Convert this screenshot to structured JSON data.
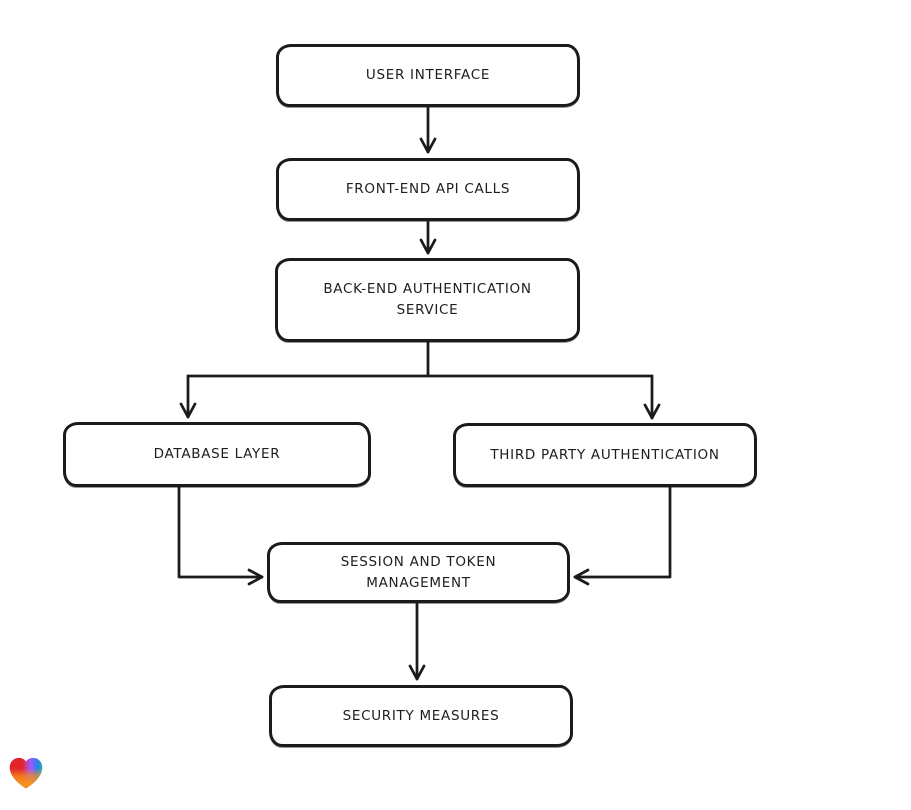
{
  "diagram": {
    "type": "flowchart",
    "style": "hand-drawn",
    "colors": {
      "stroke": "#1b1b1b",
      "node_fill": "#ffffff",
      "background": "#ffffff",
      "text": "#1e1e1e"
    },
    "nodes": [
      {
        "id": "user-interface",
        "label": "USER INTERFACE"
      },
      {
        "id": "front-end-api-calls",
        "label": "FRONT-END API CALLS"
      },
      {
        "id": "back-end-authentication-service",
        "label": "BACK-END AUTHENTICATION\nSERVICE"
      },
      {
        "id": "database-layer",
        "label": "DATABASE LAYER"
      },
      {
        "id": "third-party-authentication",
        "label": "THIRD PARTY AUTHENTICATION"
      },
      {
        "id": "session-and-token-management",
        "label": "SESSION AND TOKEN\nMANAGEMENT"
      },
      {
        "id": "security-measures",
        "label": "SECURITY MEASURES"
      }
    ],
    "edges": [
      {
        "from": "user-interface",
        "to": "front-end-api-calls"
      },
      {
        "from": "front-end-api-calls",
        "to": "back-end-authentication-service"
      },
      {
        "from": "back-end-authentication-service",
        "to": "database-layer"
      },
      {
        "from": "back-end-authentication-service",
        "to": "third-party-authentication"
      },
      {
        "from": "database-layer",
        "to": "session-and-token-management"
      },
      {
        "from": "third-party-authentication",
        "to": "session-and-token-management"
      },
      {
        "from": "session-and-token-management",
        "to": "security-measures"
      }
    ],
    "logo": {
      "icon": "heart-gradient-logo",
      "colors": [
        "#e3242b",
        "#a855f7",
        "#2d7ff0",
        "#1fb3a7",
        "#f5921b"
      ]
    }
  }
}
